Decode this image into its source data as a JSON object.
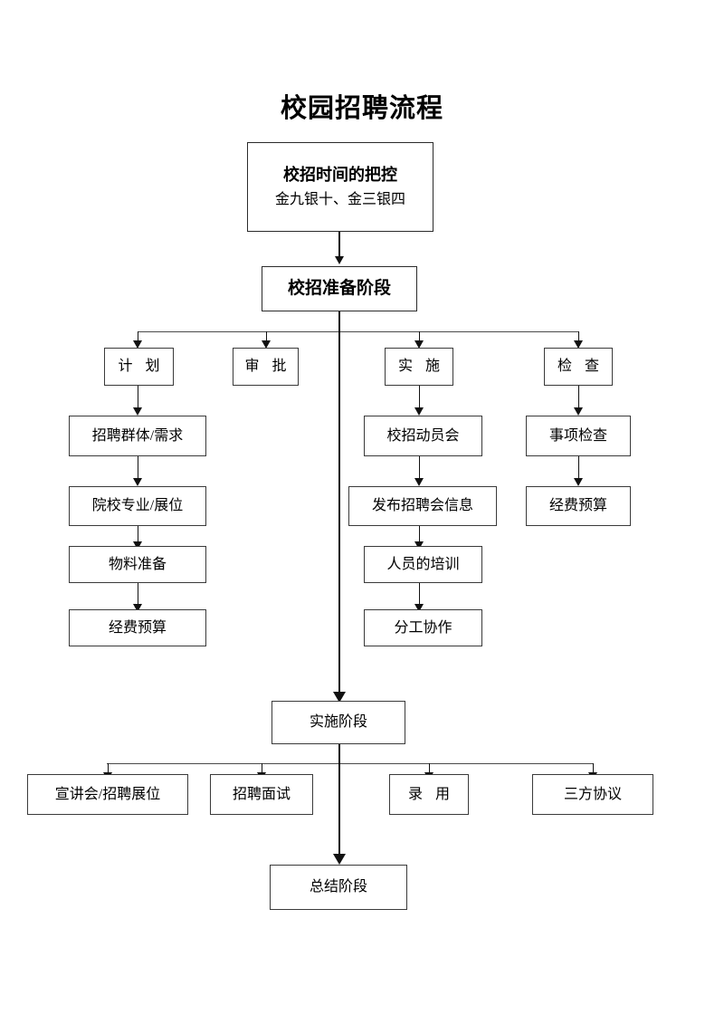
{
  "document": {
    "title": "校园招聘流程"
  },
  "nodes": {
    "timing": {
      "line1": "校招时间的把控",
      "line2": "金九银十、金三银四"
    },
    "prep_stage": "校招准备阶段",
    "impl_stage": "实施阶段",
    "summary_stage": "总结阶段"
  },
  "phase_headers": [
    {
      "label": "计 划"
    },
    {
      "label": "审 批"
    },
    {
      "label": "实 施"
    },
    {
      "label": "检 查"
    }
  ],
  "columns": [
    {
      "header": "计 划",
      "items": [
        "招聘群体/需求",
        "院校专业/展位",
        "物料准备",
        "经费预算"
      ]
    },
    {
      "header": "审 批",
      "items": []
    },
    {
      "header": "实 施",
      "items": [
        "校招动员会",
        "发布招聘会信息",
        "人员的培训",
        "分工协作"
      ]
    },
    {
      "header": "检 查",
      "items": [
        "事项检查",
        "经费预算"
      ]
    }
  ],
  "implementation_row": [
    {
      "label": "宣讲会/招聘展位"
    },
    {
      "label": "招聘面试"
    },
    {
      "label": "录 用"
    },
    {
      "label": "三方协议"
    }
  ],
  "colors": {
    "border": "#3a3a3a",
    "line": "#111111",
    "background": "#ffffff",
    "text": "#000000"
  }
}
